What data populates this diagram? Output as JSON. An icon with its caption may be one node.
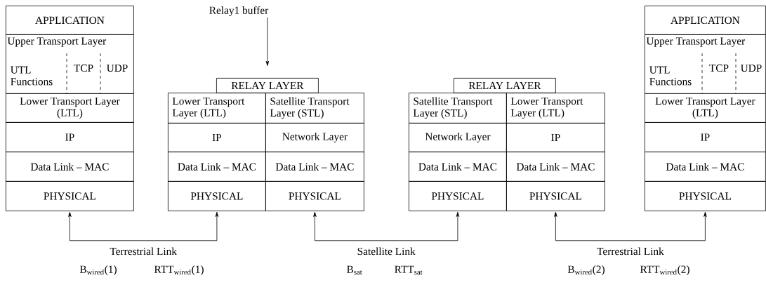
{
  "diagram": {
    "nodes": [
      {
        "text": [
          "APPLICATION"
        ]
      },
      {
        "text": [
          "Upper Transport Layer"
        ]
      },
      {
        "text": [
          "UTL Functions"
        ],
        "in": 1
      },
      {
        "text": [
          "TCP"
        ],
        "in": 1
      },
      {
        "text": [
          "UDP"
        ],
        "in": 1
      },
      {
        "text": [
          "Lower Transport Layer (LTL)"
        ]
      },
      {
        "text": [
          "IP"
        ]
      },
      {
        "text": [
          "Data Link – MAC"
        ]
      },
      {
        "text": [
          "PHYSICAL"
        ]
      },
      {
        "text": [
          "RELAY LAYER"
        ]
      },
      {
        "text": [
          "Lower Transport Layer (LTL)"
        ]
      },
      {
        "text": [
          "Satellite Transport Layer (STL)"
        ]
      },
      {
        "text": [
          "IP"
        ]
      },
      {
        "text": [
          "Network Layer"
        ]
      },
      {
        "text": [
          "Data Link – MAC"
        ]
      },
      {
        "text": [
          "Data Link – MAC"
        ]
      },
      {
        "text": [
          "PHYSICAL"
        ]
      },
      {
        "text": [
          "PHYSICAL"
        ]
      },
      {
        "text": [
          "RELAY LAYER"
        ]
      },
      {
        "text": [
          "Satellite Transport Layer (STL)"
        ]
      },
      {
        "text": [
          "Lower Transport Layer (LTL)"
        ]
      },
      {
        "text": [
          "Network Layer"
        ]
      },
      {
        "text": [
          "IP"
        ]
      },
      {
        "text": [
          "Data Link – MAC"
        ]
      },
      {
        "text": [
          "Data Link – MAC"
        ]
      },
      {
        "text": [
          "PHYSICAL"
        ]
      },
      {
        "text": [
          "PHYSICAL"
        ]
      },
      {
        "text": [
          "APPLICATION"
        ]
      },
      {
        "text": [
          "Upper Transport Layer"
        ]
      },
      {
        "text": [
          "UTL Functions"
        ],
        "in": 28
      },
      {
        "text": [
          "TCP"
        ],
        "in": 28
      },
      {
        "text": [
          "UDP"
        ],
        "in": 28
      },
      {
        "text": [
          "Lower Transport Layer (LTL)"
        ]
      },
      {
        "text": [
          "IP"
        ]
      },
      {
        "text": [
          "Data Link – MAC"
        ]
      },
      {
        "text": [
          "PHYSICAL"
        ]
      },
      {
        "text": [
          "Relay1 buffer"
        ]
      }
    ],
    "edges": [
      {
        "from": 8,
        "to": 16,
        "arrow": "both",
        "label": "Terrestrial Link"
      },
      {
        "from": 17,
        "to": 25,
        "arrow": "both",
        "label": "Satellite Link"
      },
      {
        "from": 26,
        "to": 35,
        "arrow": "both",
        "label": "Terrestrial Link"
      },
      {
        "from": 36,
        "to": 9,
        "arrow": "to"
      }
    ],
    "labels": [
      "B$_{wired}$(1)",
      "RTT$_{wired}$(1)",
      "B$_{sat}$",
      "RTT$_{sat}$",
      "B$_{wired}$(2)",
      "RTT$_{wired}$(2)"
    ]
  }
}
